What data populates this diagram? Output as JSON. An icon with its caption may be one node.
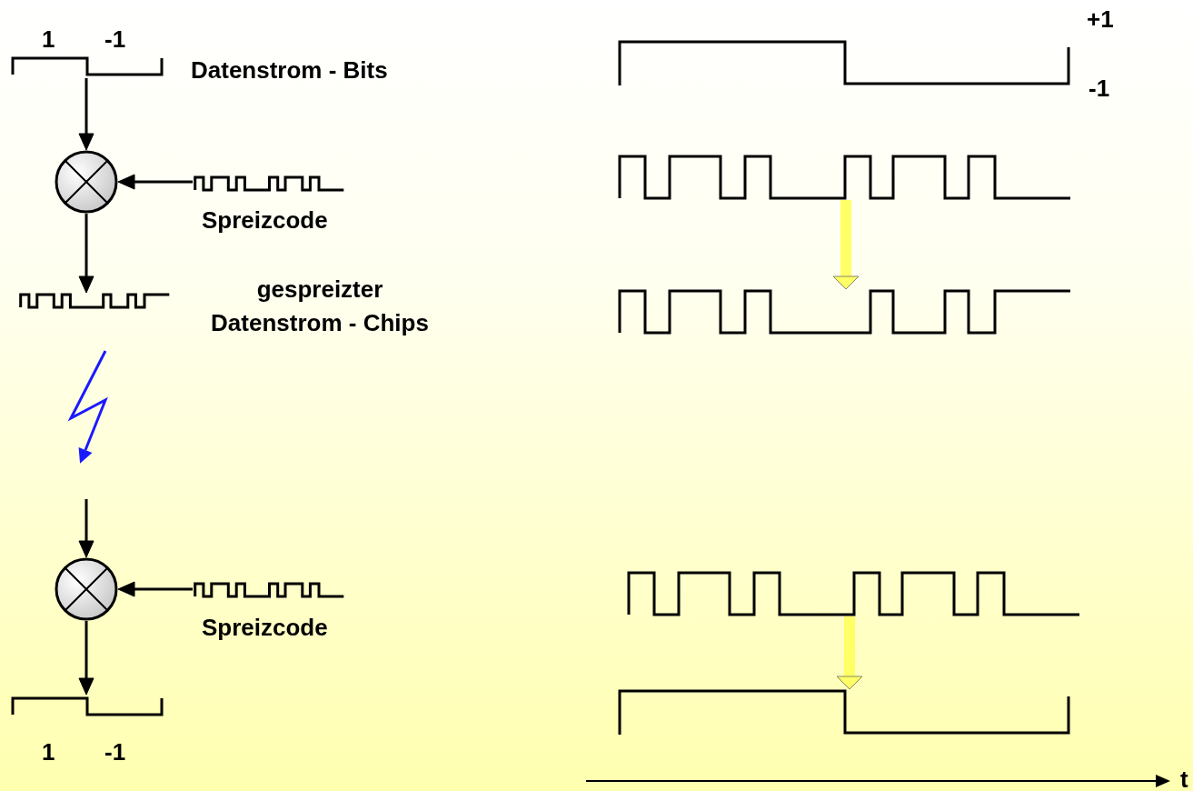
{
  "diagram": {
    "nodes": [
      {
        "text": [],
        "shape": "picture",
        "beside": [
          "1",
          "-1",
          "Datenstrom - Bits"
        ]
      },
      {
        "text": [],
        "shape": "circle"
      },
      {
        "text": [],
        "shape": "picture",
        "beside": [
          "Spreizcode"
        ]
      },
      {
        "text": [],
        "shape": "picture",
        "beside": [
          "gespreizter Datenstrom - Chips"
        ]
      },
      {
        "text": [],
        "shape": "circle"
      },
      {
        "text": [],
        "shape": "picture",
        "beside": [
          "Spreizcode"
        ]
      },
      {
        "text": [],
        "shape": "picture",
        "beside": [
          "1",
          "-1"
        ]
      },
      {
        "text": [],
        "shape": "picture"
      },
      {
        "text": [],
        "shape": "picture"
      },
      {
        "text": [],
        "shape": "picture"
      },
      {
        "text": [],
        "shape": "picture"
      },
      {
        "text": [],
        "shape": "picture"
      }
    ],
    "edges": [
      {
        "from": 0,
        "to": 1,
        "arrow": "to"
      },
      {
        "from": 2,
        "to": 1,
        "arrow": "to"
      },
      {
        "from": 1,
        "to": 3,
        "arrow": "to"
      },
      {
        "from": null,
        "to": 4,
        "arrow": "to"
      },
      {
        "from": 5,
        "to": 4,
        "arrow": "to"
      },
      {
        "from": 4,
        "to": 6,
        "arrow": "to"
      },
      {
        "from": 8,
        "to": 9,
        "arrow": "to",
        "style": "thick",
        "color": "#ffff66"
      },
      {
        "from": 10,
        "to": 11,
        "arrow": "to",
        "style": "thick",
        "color": "#ffff66"
      }
    ],
    "labels": [
      "+1",
      "-1",
      "t"
    ]
  }
}
